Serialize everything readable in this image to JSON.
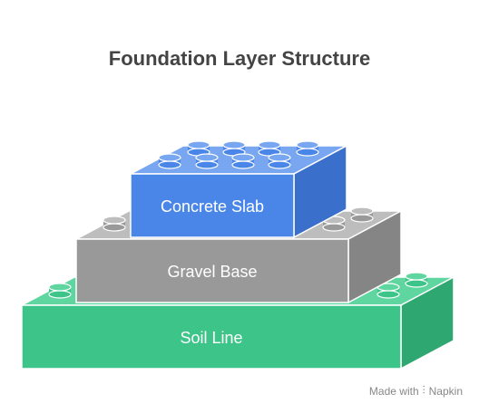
{
  "title": "Foundation Layer Structure",
  "layers": [
    {
      "label": "Concrete Slab",
      "color": "#4a86e8"
    },
    {
      "label": "Gravel Base",
      "color": "#999999"
    },
    {
      "label": "Soil Line",
      "color": "#3dc488"
    }
  ],
  "credit": {
    "prefix": "Made with",
    "brand": "Napkin"
  }
}
